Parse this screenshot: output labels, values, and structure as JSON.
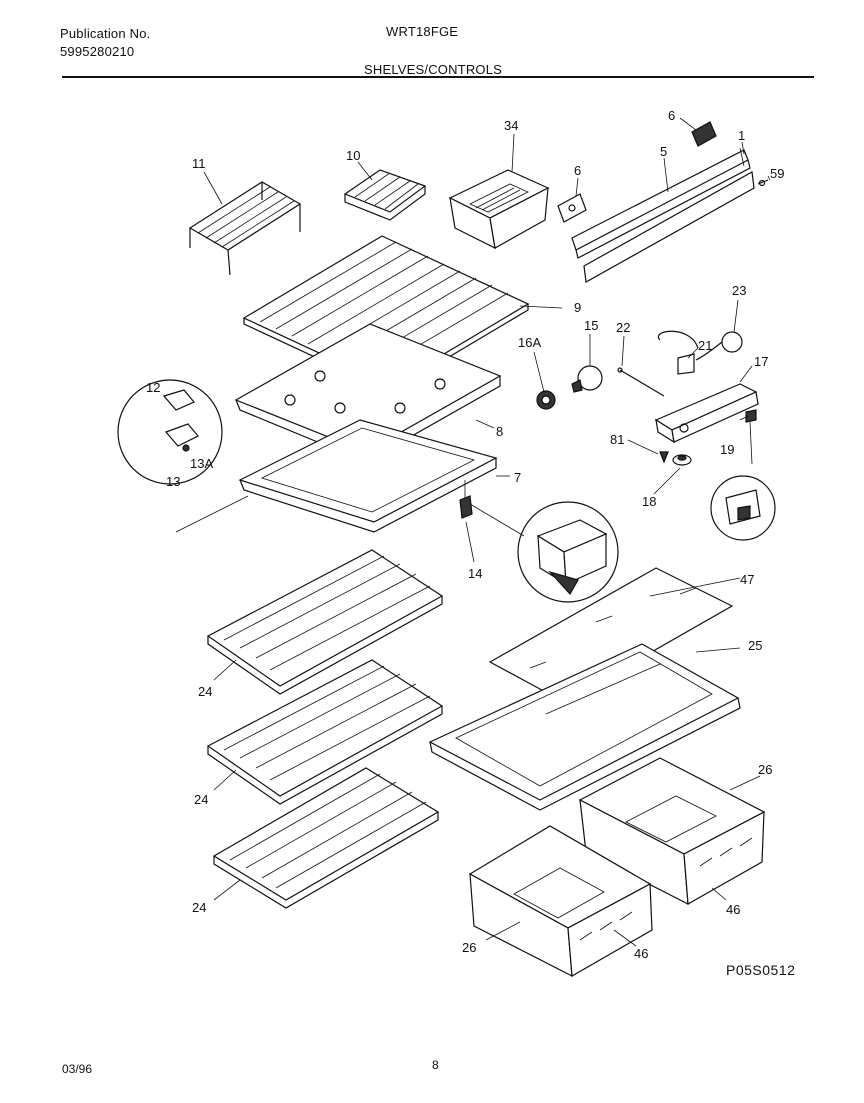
{
  "header": {
    "publication_label": "Publication No.",
    "publication_number": "5995280210",
    "model": "WRT18FGE",
    "section_title": "SHELVES/CONTROLS"
  },
  "footer": {
    "date": "03/96",
    "page_number": "8"
  },
  "diagram_code": "P05S0512",
  "callouts": {
    "c11": "11",
    "c10": "10",
    "c34": "34",
    "c6a": "6",
    "c6b": "6",
    "c5": "5",
    "c1": "1",
    "c59": "59",
    "c9": "9",
    "c15": "15",
    "c16A": "16A",
    "c22": "22",
    "c23": "23",
    "c21": "21",
    "c17": "17",
    "c12": "12",
    "c13A": "13A",
    "c13": "13",
    "c8": "8",
    "c7": "7",
    "c81": "81",
    "c19": "19",
    "c18": "18",
    "c14": "14",
    "c47": "47",
    "c25": "25",
    "c24a": "24",
    "c24b": "24",
    "c24c": "24",
    "c26a": "26",
    "c46a": "46",
    "c26b": "26",
    "c46b": "46"
  }
}
